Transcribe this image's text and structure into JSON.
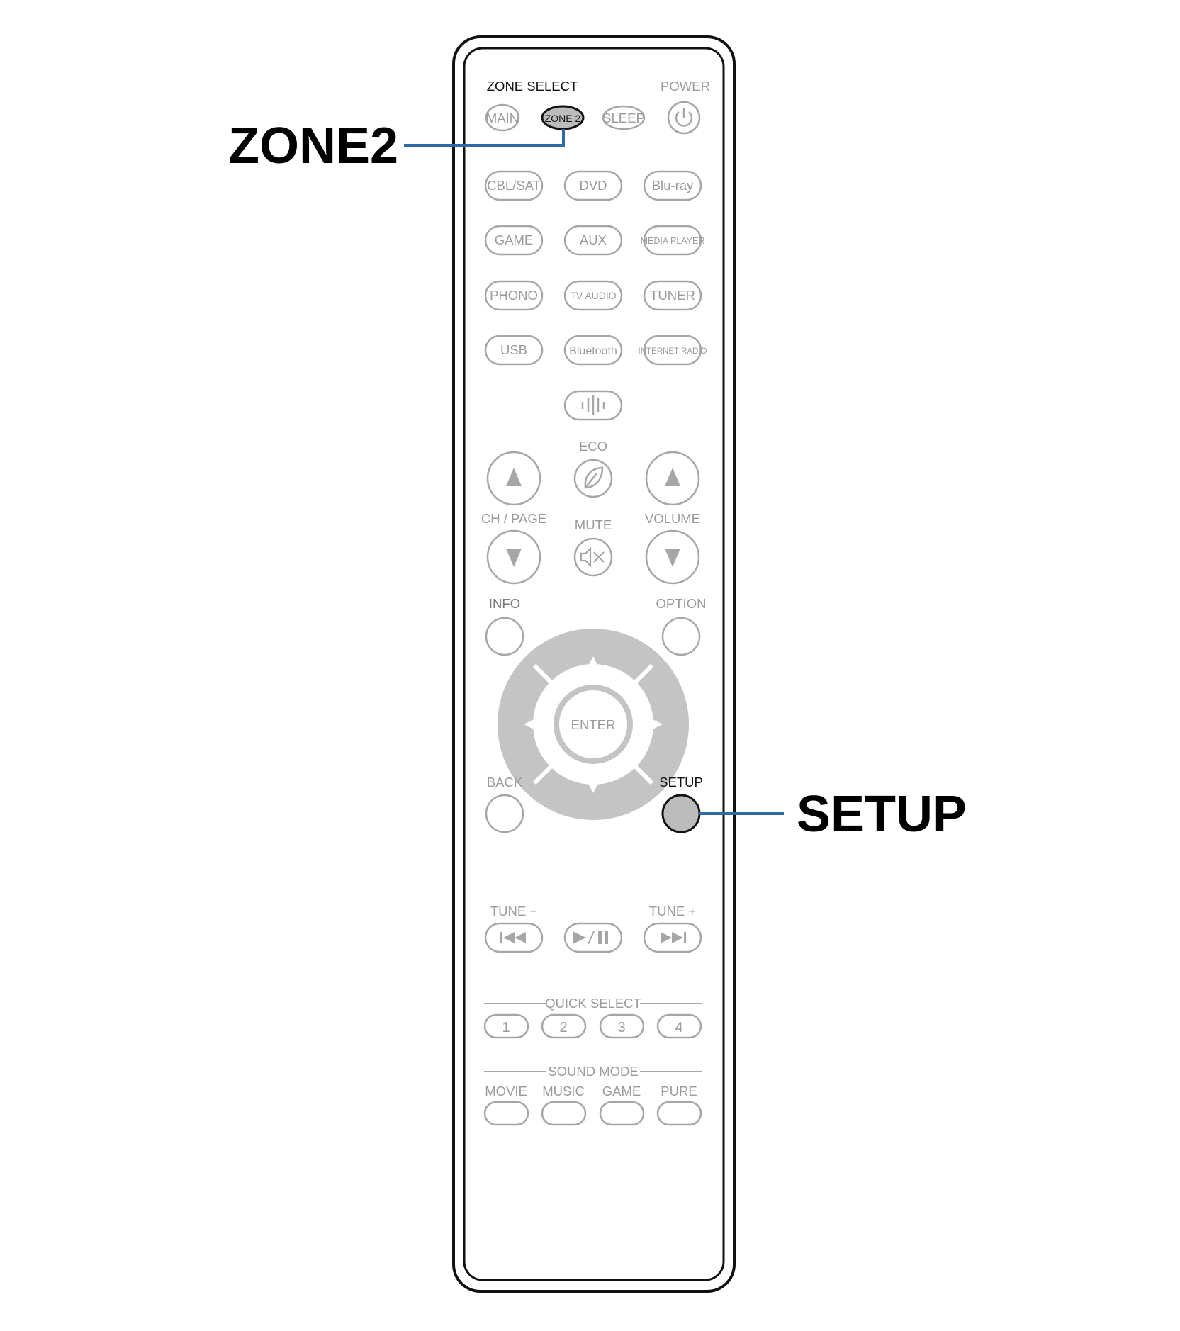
{
  "callouts": {
    "zone2": "ZONE2",
    "setup": "SETUP"
  },
  "colors": {
    "outline": "#111111",
    "button_gray": "#a6a6a6",
    "highlight_fill": "#bcbcbc",
    "leader_line": "#2f6aa8",
    "dpad_gray": "#c4c4c4"
  },
  "remote": {
    "zone_select_label": "ZONE SELECT",
    "power_label": "POWER",
    "zone_buttons": [
      "MAIN",
      "ZONE 2",
      "SLEEP"
    ],
    "power_icon": "power-icon",
    "source_rows": [
      [
        "CBL/SAT",
        "DVD",
        "Blu-ray"
      ],
      [
        "GAME",
        "AUX",
        "MEDIA PLAYER"
      ],
      [
        "PHONO",
        "TV AUDIO",
        "TUNER"
      ],
      [
        "USB",
        "Bluetooth",
        "INTERNET RADIO"
      ]
    ],
    "heos_icon": "heos-icon",
    "eco_label": "ECO",
    "ch_page_label": "CH / PAGE",
    "mute_label": "MUTE",
    "volume_label": "VOLUME",
    "info_label": "INFO",
    "option_label": "OPTION",
    "enter_label": "ENTER",
    "back_label": "BACK",
    "setup_label": "SETUP",
    "tune_minus_label": "TUNE −",
    "tune_plus_label": "TUNE +",
    "quick_select_label": "QUICK SELECT",
    "quick_select_buttons": [
      "1",
      "2",
      "3",
      "4"
    ],
    "sound_mode_label": "SOUND MODE",
    "sound_mode_buttons": [
      "MOVIE",
      "MUSIC",
      "GAME",
      "PURE"
    ]
  }
}
